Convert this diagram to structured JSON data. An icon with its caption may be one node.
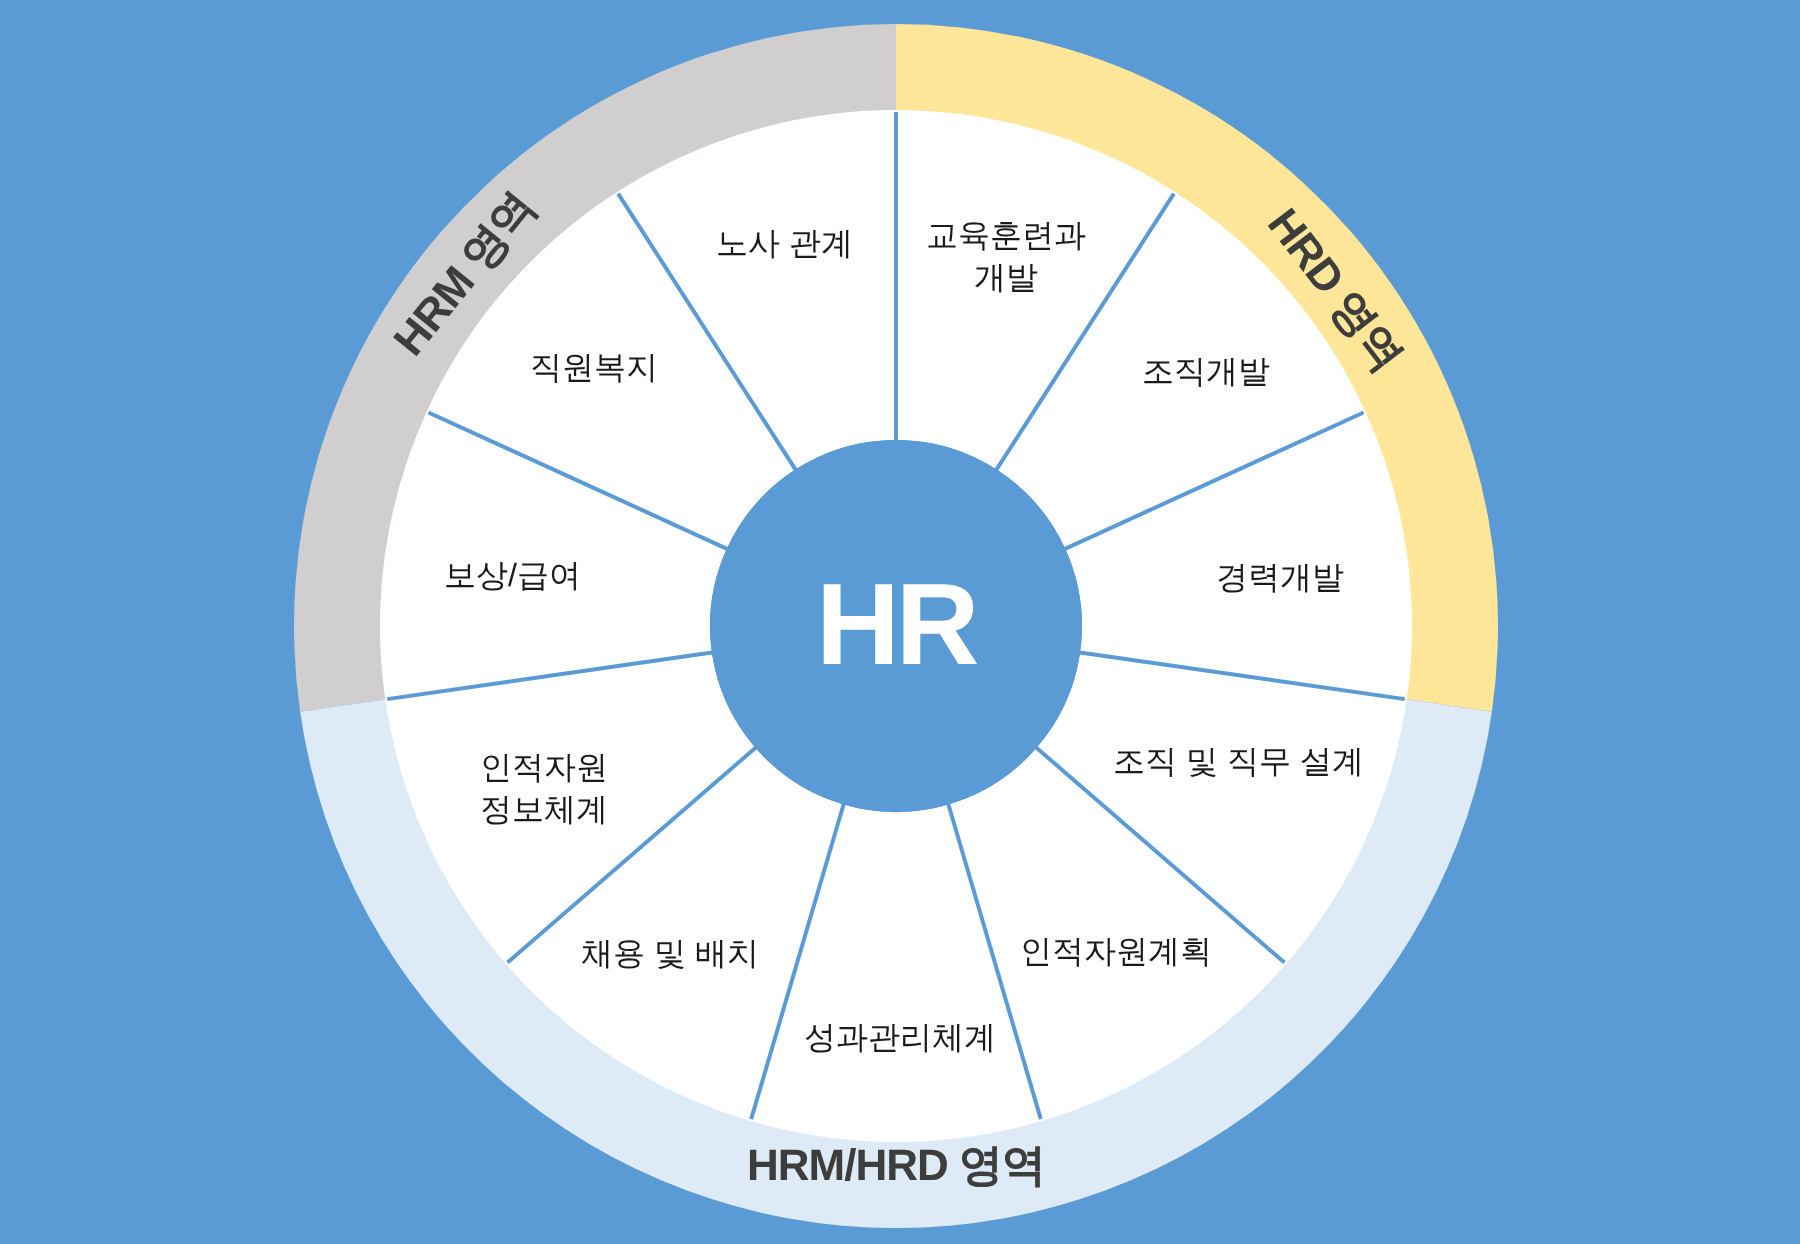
{
  "diagram": {
    "nodes": [
      {
        "text": [
          "HRM 영역"
        ]
      },
      {
        "text": [
          "HRD 영역"
        ]
      },
      {
        "text": [
          "HRM/HRD 영역"
        ]
      },
      {
        "text": [
          "노사 관계"
        ]
      },
      {
        "text": [
          "교육훈련과 개발"
        ]
      },
      {
        "text": [
          "조직개발"
        ]
      },
      {
        "text": [
          "경력개발"
        ]
      },
      {
        "text": [
          "조직 및 직무 설계"
        ]
      },
      {
        "text": [
          "인적자원계획"
        ]
      },
      {
        "text": [
          "성과관리체계"
        ]
      },
      {
        "text": [
          "채용 및 배치"
        ]
      },
      {
        "text": [
          "인적자원 정보체계"
        ]
      },
      {
        "text": [
          "보상/급여"
        ]
      },
      {
        "text": [
          "직원복지"
        ]
      },
      {
        "text": [
          "HR"
        ]
      }
    ]
  }
}
